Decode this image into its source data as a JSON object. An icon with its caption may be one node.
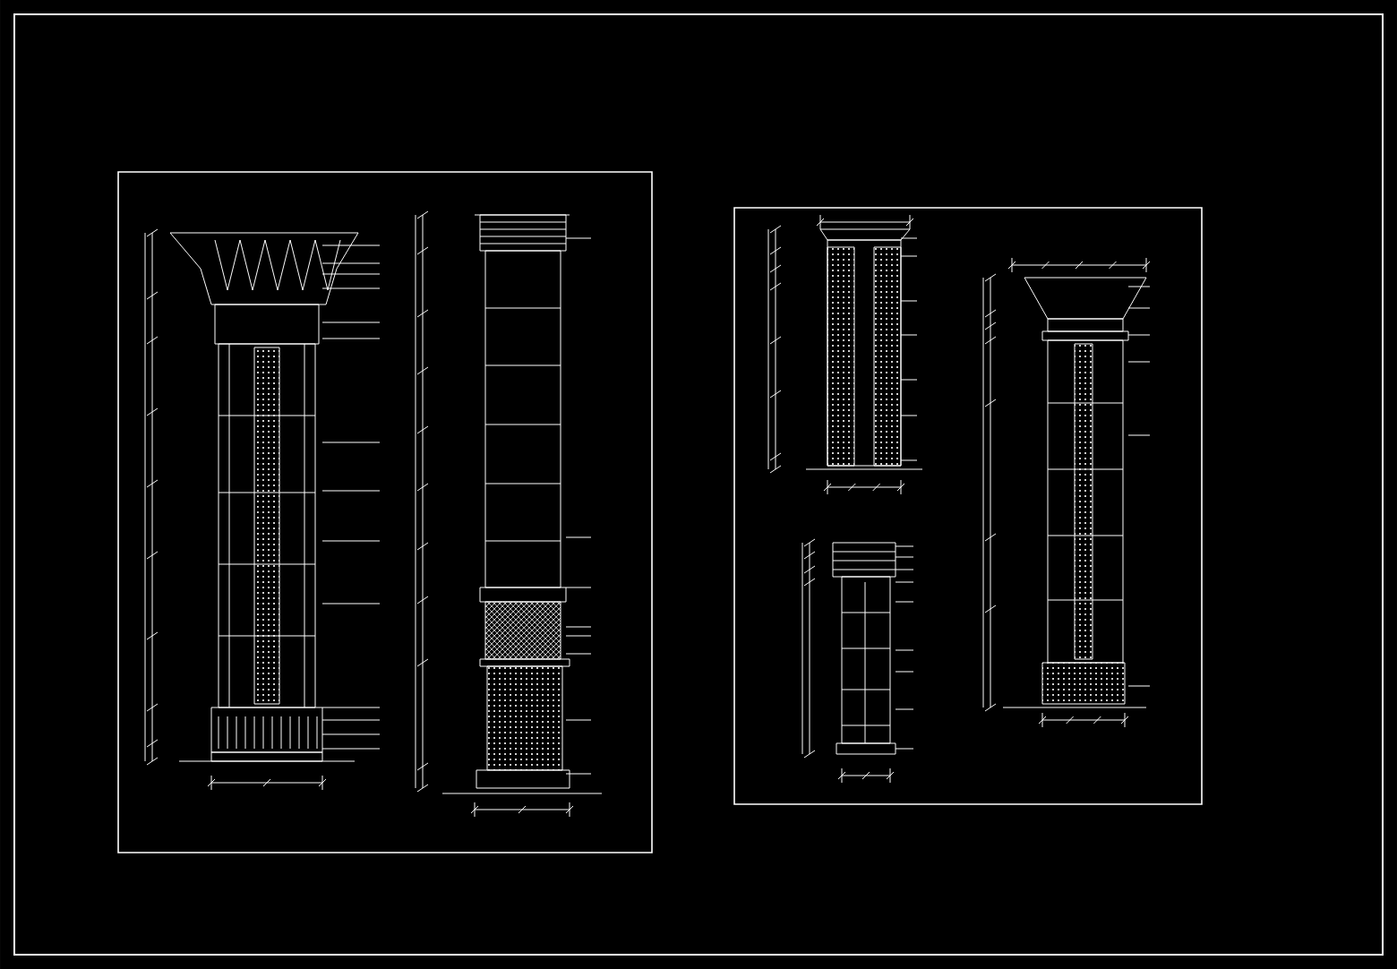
{
  "diagram": {
    "nodes": [
      {
        "text": [],
        "shape": "box"
      },
      {
        "text": [],
        "shape": "picture",
        "in": 0
      },
      {
        "text": [],
        "shape": "picture",
        "in": 0
      },
      {
        "text": [],
        "shape": "box"
      },
      {
        "text": [],
        "shape": "picture",
        "in": 3
      },
      {
        "text": [],
        "shape": "picture",
        "in": 3
      },
      {
        "text": [],
        "shape": "picture",
        "in": 3
      }
    ]
  }
}
